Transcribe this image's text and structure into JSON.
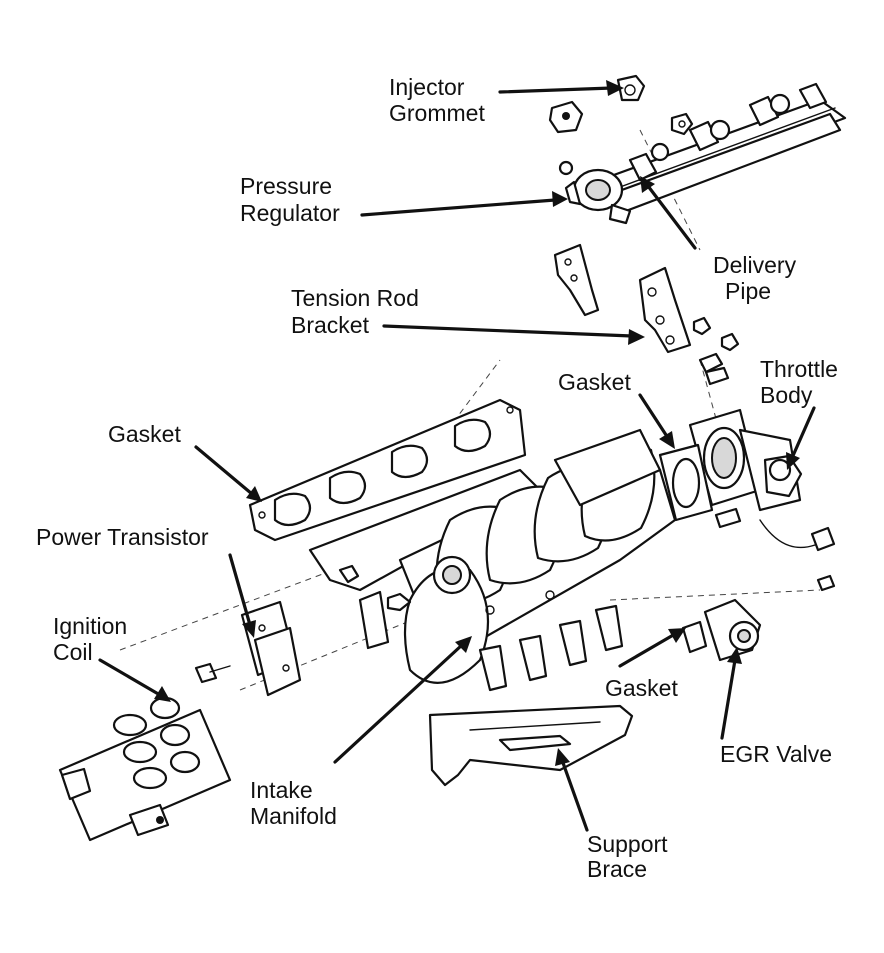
{
  "labels": {
    "injector_grommet": [
      "Injector",
      "Grommet"
    ],
    "pressure_regulator": [
      "Pressure",
      "Regulator"
    ],
    "delivery_pipe": [
      "Delivery",
      "Pipe"
    ],
    "tension_rod_bracket": [
      "Tension Rod",
      "Bracket"
    ],
    "throttle_body": [
      "Throttle",
      "Body"
    ],
    "gasket_throttle": "Gasket",
    "gasket_left": "Gasket",
    "power_transistor": "Power Transistor",
    "ignition_coil": [
      "Ignition",
      "Coil"
    ],
    "gasket_egr": "Gasket",
    "egr_valve": "EGR Valve",
    "intake_manifold": [
      "Intake",
      "Manifold"
    ],
    "support_brace": [
      "Support",
      "Brace"
    ]
  },
  "colors": {
    "ink": "#111111",
    "paper": "#ffffff"
  }
}
